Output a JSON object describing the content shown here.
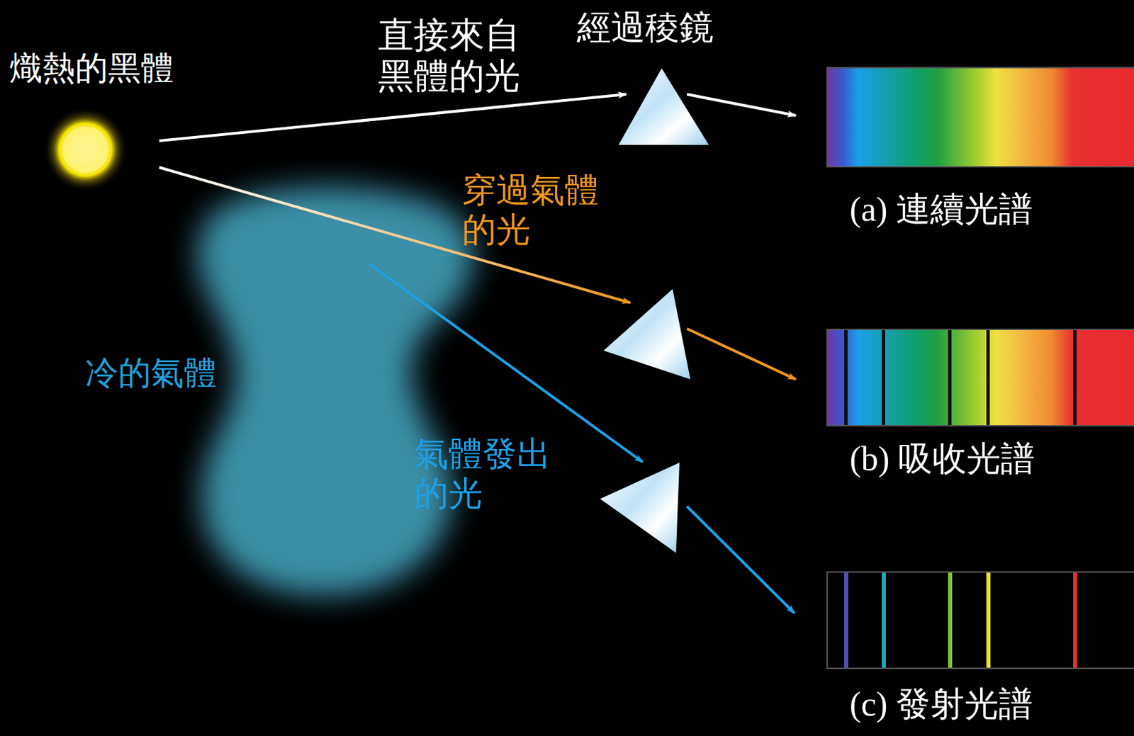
{
  "diagram": {
    "nodes": [
      {
        "text": [
          "熾熱的黑體"
        ]
      },
      {
        "text": [
          "冷的氣體"
        ]
      },
      {
        "text": [
          "(a) 連續光譜"
        ]
      },
      {
        "text": [
          "(b) 吸收光譜"
        ]
      },
      {
        "text": [
          "(c) 發射光譜"
        ]
      }
    ],
    "labels": [
      "直接來自 黑體的光",
      "經過稜鏡",
      "穿過氣體 的光",
      "氣體發出 的光"
    ]
  }
}
